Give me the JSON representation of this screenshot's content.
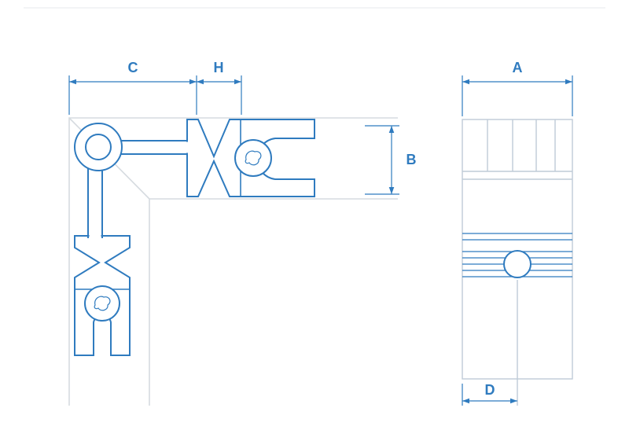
{
  "diagram": {
    "dimension_labels": {
      "a": "A",
      "b": "B",
      "c": "C",
      "d": "D",
      "h": "H"
    },
    "colors": {
      "accent_blue": "#2f7bbf",
      "frame_gray": "#d6dbe0",
      "secondary_light": "#bfcbd7",
      "page_rule": "#e7eaec",
      "background": "#ffffff"
    }
  }
}
